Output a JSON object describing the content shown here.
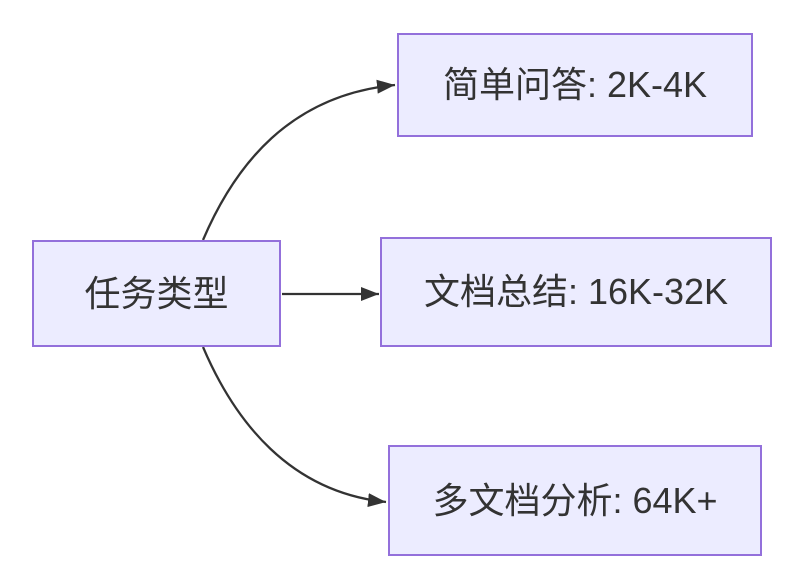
{
  "diagram": {
    "type": "flowchart",
    "direction": "LR",
    "root": {
      "label": "任务类型"
    },
    "branches": [
      {
        "label": "简单问答: 2K-4K"
      },
      {
        "label": "文档总结: 16K-32K"
      },
      {
        "label": "多文档分析: 64K+"
      }
    ],
    "colors": {
      "node_fill": "#ECECFF",
      "node_border": "#9370DB",
      "text": "#333333",
      "edge": "#333333",
      "background": "#FFFFFF"
    }
  }
}
